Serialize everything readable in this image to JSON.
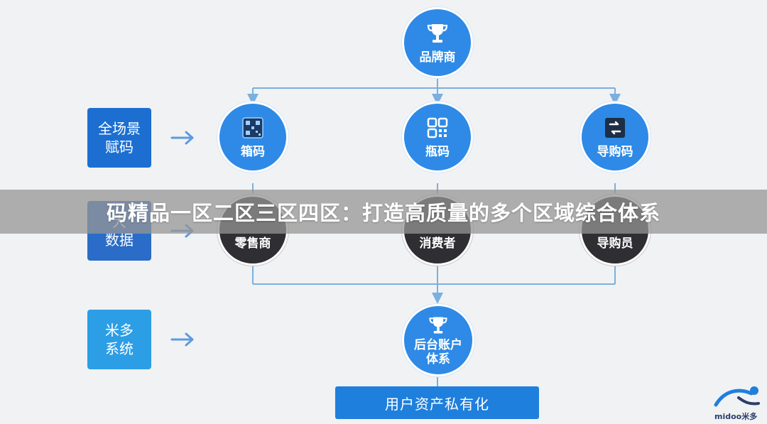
{
  "colors": {
    "primary_blue": "#2e8ae6",
    "dark_circle": "#2f2f33",
    "side_box_1": "#1c6fd1",
    "side_box_2": "#2a6cc7",
    "side_box_3": "#2c9ee6",
    "bottom_bar": "#1f7fdc",
    "line": "#7ab0e0"
  },
  "top": {
    "icon": "trophy-icon",
    "label": "品牌商"
  },
  "side_boxes": [
    {
      "line1": "全场景",
      "line2": "赋码"
    },
    {
      "line1": "大",
      "line2": "数据"
    },
    {
      "line1": "米多",
      "line2": "系统"
    }
  ],
  "codes": [
    {
      "icon": "qr-chip-icon",
      "label": "箱码"
    },
    {
      "icon": "qr-code-icon",
      "label": "瓶码"
    },
    {
      "icon": "guide-code-icon",
      "label": "导购码"
    }
  ],
  "roles": [
    {
      "label": "零售商"
    },
    {
      "label": "消费者"
    },
    {
      "label": "导购员"
    }
  ],
  "account": {
    "icon": "trophy-icon",
    "line1": "后台账户",
    "line2": "体系"
  },
  "bottom_bar": {
    "label": "用户资产私有化"
  },
  "banner": {
    "text": "码精品一区二区三区四区：打造高质量的多个区域综合体系"
  },
  "logo": {
    "text": "midoo米多"
  }
}
